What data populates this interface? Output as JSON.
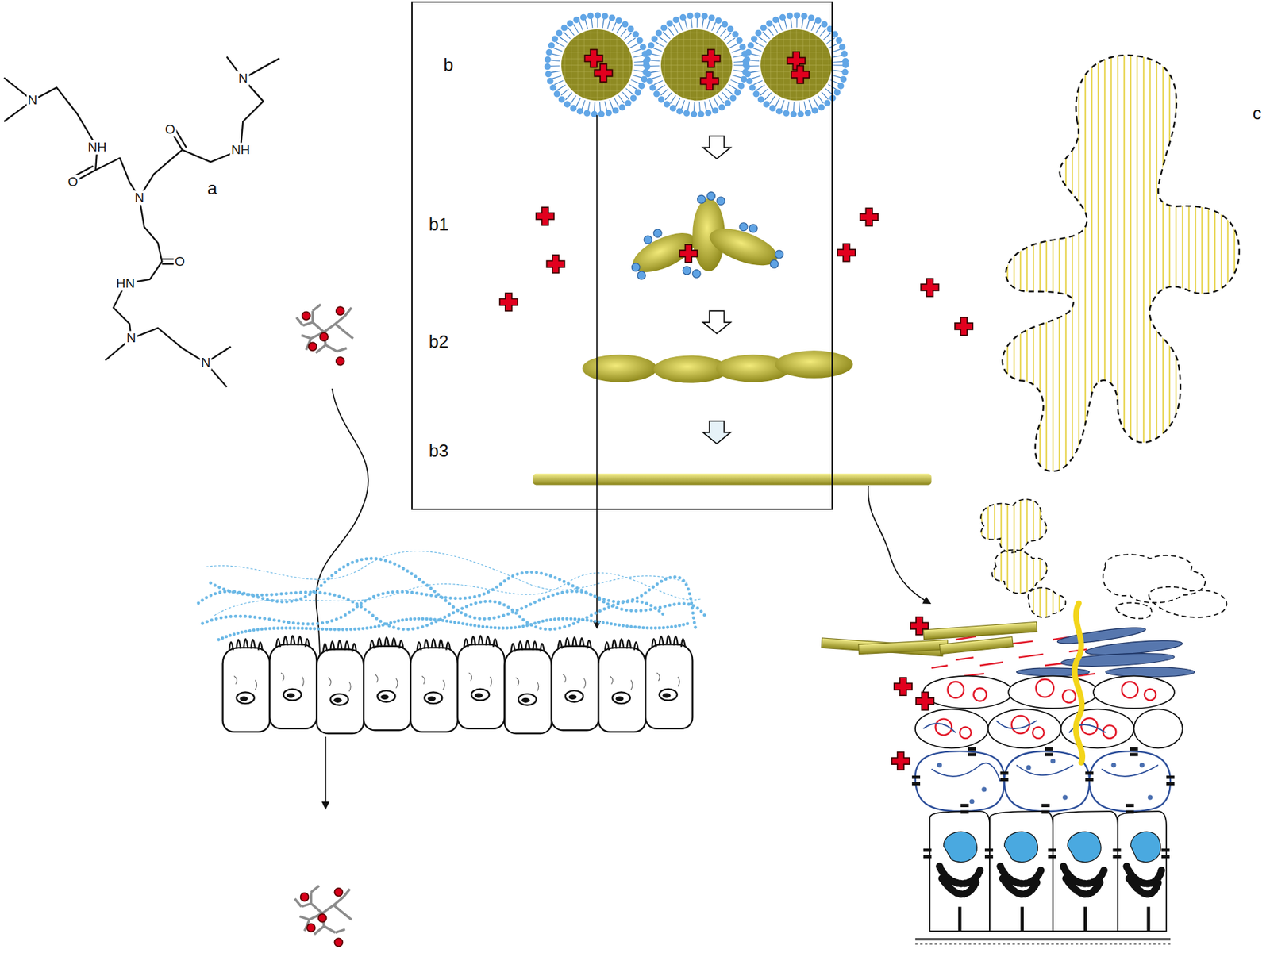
{
  "diagram": {
    "nodes": [
      {
        "text": [
          "b",
          "b1",
          "b2",
          "b3"
        ]
      }
    ],
    "labels": [
      "a",
      "c",
      "N",
      "NH",
      "O",
      "N",
      "O",
      "NH",
      "N",
      "O",
      "HN",
      "N",
      "N"
    ]
  }
}
